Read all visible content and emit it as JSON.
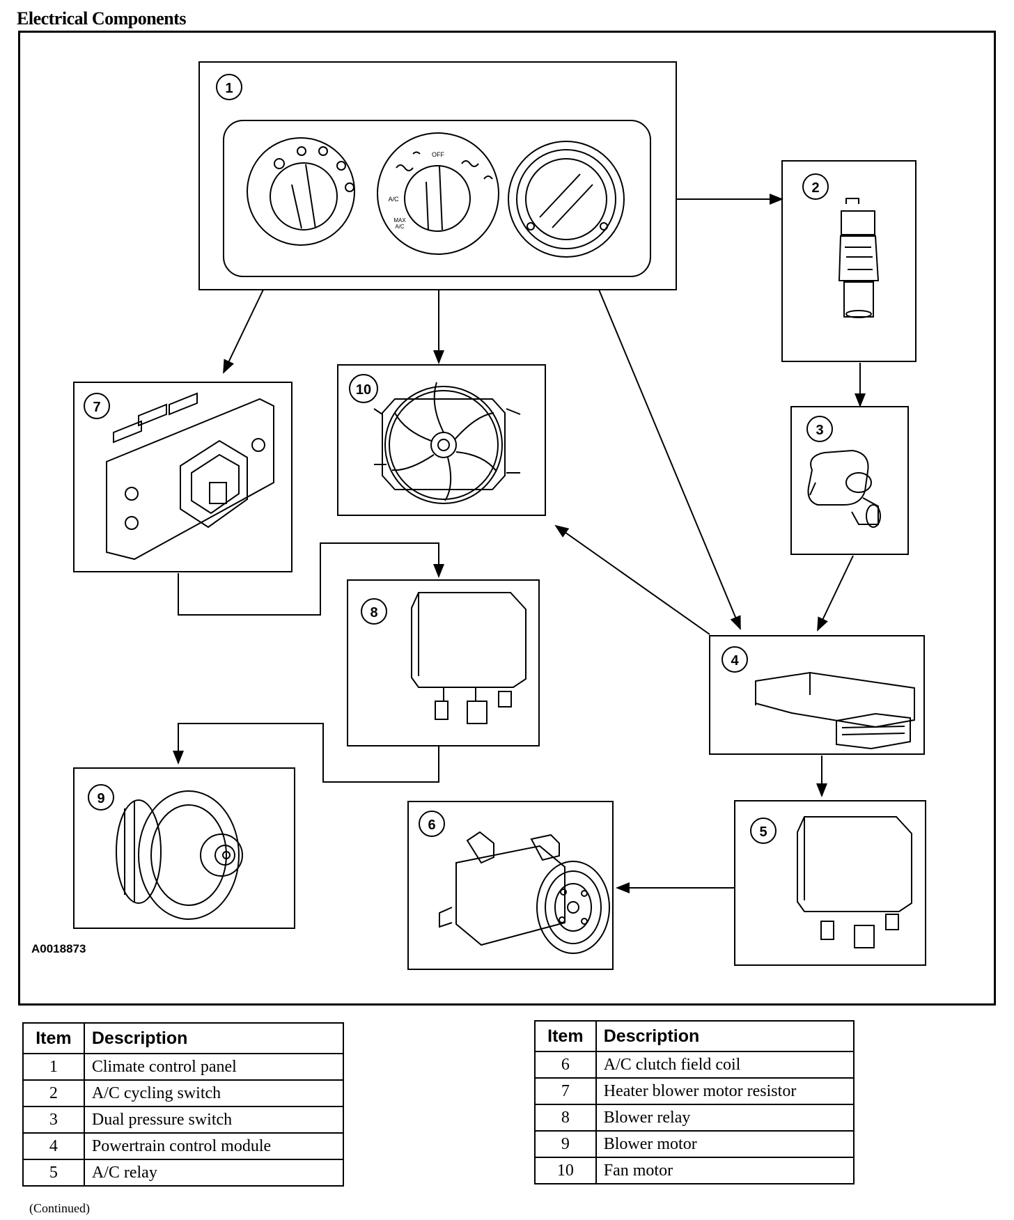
{
  "title": "Electrical Components",
  "figure_id": "A0018873",
  "callouts": [
    "1",
    "2",
    "3",
    "4",
    "5",
    "6",
    "7",
    "8",
    "9",
    "10"
  ],
  "panel_labels": {
    "off": "OFF",
    "ac": "A/C",
    "max_ac_line1": "MAX",
    "max_ac_line2": "A/C"
  },
  "table_headers": {
    "item": "Item",
    "description": "Description"
  },
  "table_left": [
    {
      "item": "1",
      "description": "Climate control panel"
    },
    {
      "item": "2",
      "description": "A/C cycling switch"
    },
    {
      "item": "3",
      "description": "Dual pressure switch"
    },
    {
      "item": "4",
      "description": "Powertrain control module"
    },
    {
      "item": "5",
      "description": "A/C relay"
    }
  ],
  "table_right": [
    {
      "item": "6",
      "description": "A/C clutch field coil"
    },
    {
      "item": "7",
      "description": "Heater blower motor resistor"
    },
    {
      "item": "8",
      "description": "Blower relay"
    },
    {
      "item": "9",
      "description": "Blower motor"
    },
    {
      "item": "10",
      "description": "Fan motor"
    }
  ],
  "continued": "(Continued)"
}
